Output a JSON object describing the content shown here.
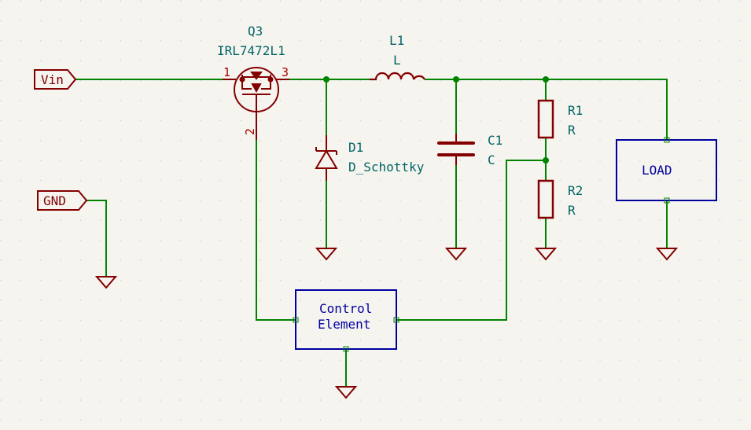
{
  "ports": {
    "vin": "Vin",
    "gnd": "GND"
  },
  "q3": {
    "ref": "Q3",
    "value": "IRL7472L1",
    "pin1": "1",
    "pin2": "2",
    "pin3": "3"
  },
  "l1": {
    "ref": "L1",
    "value": "L"
  },
  "d1": {
    "ref": "D1",
    "value": "D_Schottky"
  },
  "c1": {
    "ref": "C1",
    "value": "C"
  },
  "r1": {
    "ref": "R1",
    "value": "R"
  },
  "r2": {
    "ref": "R2",
    "value": "R"
  },
  "load": {
    "label": "LOAD"
  },
  "control": {
    "line1": "Control",
    "line2": "Element"
  },
  "colors": {
    "background": "#f5f4ef",
    "wire": "#008400",
    "symbol": "#840000",
    "reference": "#006464",
    "block": "#0000a0",
    "junction": "#008400"
  }
}
